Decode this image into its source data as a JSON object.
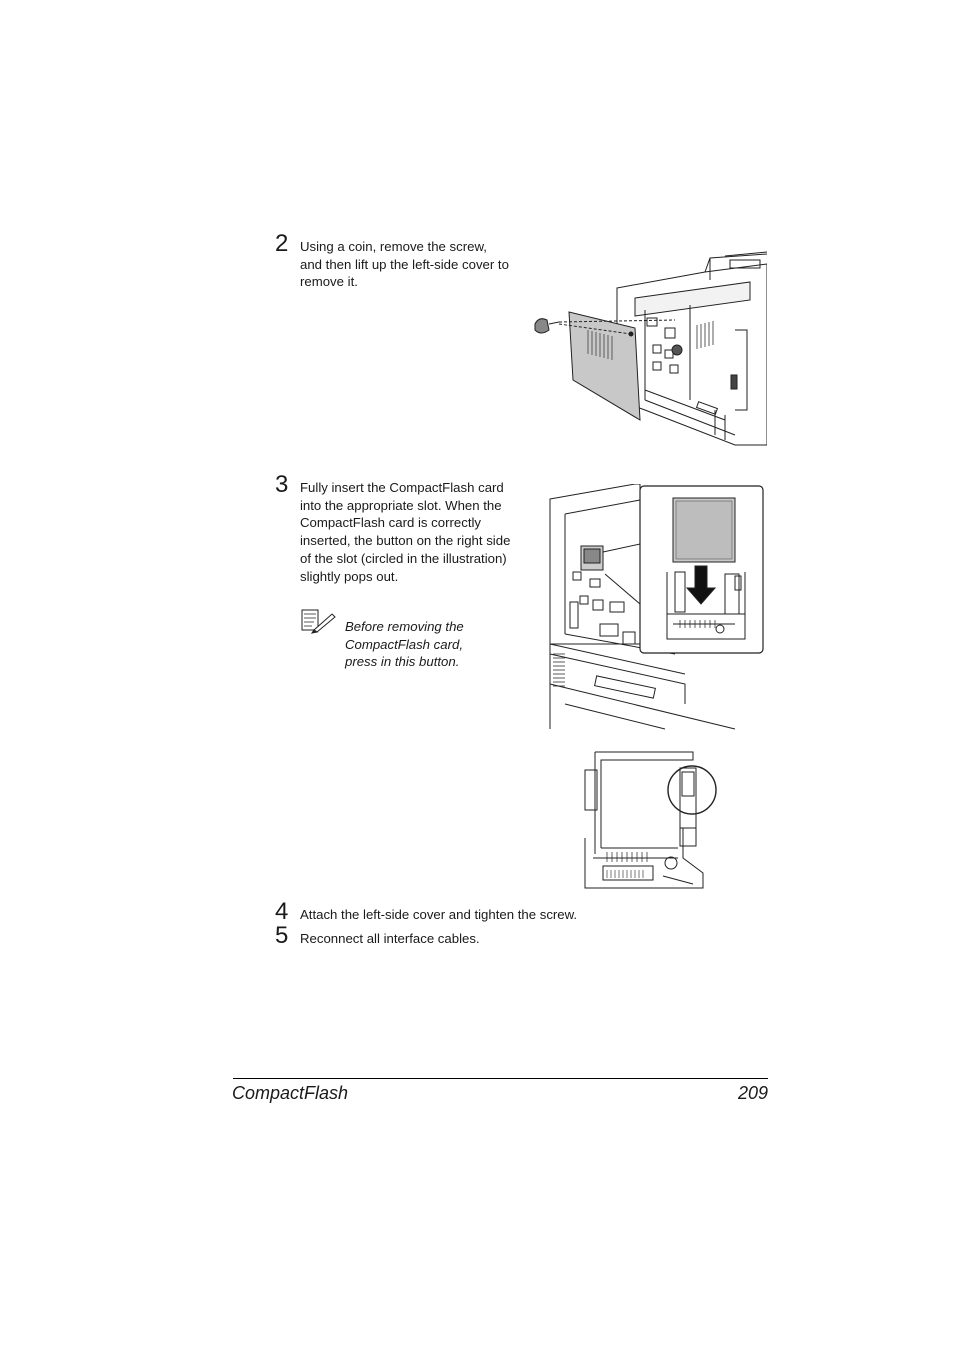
{
  "steps": [
    {
      "number": "2",
      "text": "Using a coin, remove the screw, and then lift up the left-side cover to remove it."
    },
    {
      "number": "3",
      "text": "Fully insert the CompactFlash card into the appropriate slot. When the CompactFlash card is correctly inserted, the button on the right side of the slot (circled in the illustration) slightly pops out."
    },
    {
      "number": "4",
      "text": "Attach the left-side cover and tighten the screw."
    },
    {
      "number": "5",
      "text": "Reconnect all interface cables."
    }
  ],
  "note": {
    "icon": "note-pencil-icon",
    "text": "Before removing the CompactFlash card, press in this button."
  },
  "footer": {
    "title": "CompactFlash",
    "page": "209"
  }
}
